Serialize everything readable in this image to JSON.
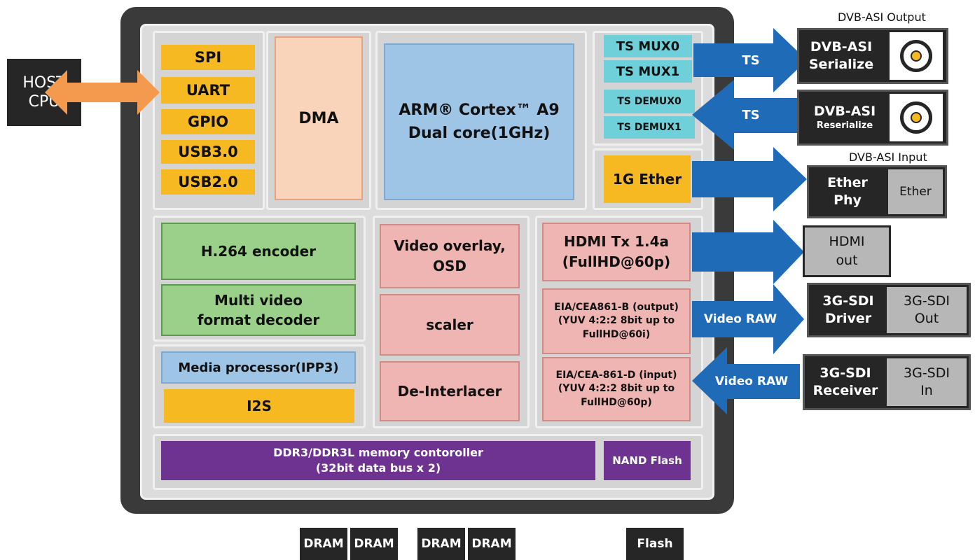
{
  "host": {
    "line1": "HOST",
    "line2": "CPU"
  },
  "peripherals": [
    "SPI",
    "UART",
    "GPIO",
    "USB3.0",
    "USB2.0"
  ],
  "dma": "DMA",
  "arm": {
    "line1": "ARM® Cortex™ A9",
    "line2": "Dual core(1GHz)"
  },
  "ts": {
    "mux0": "TS MUX0",
    "mux1": "TS MUX1",
    "demux0": "TS DEMUX0",
    "demux1": "TS DEMUX1"
  },
  "ether_block": "1G Ether",
  "codec": {
    "encoder": "H.264 encoder",
    "decoder_line1": "Multi video",
    "decoder_line2": "format decoder"
  },
  "media": {
    "processor": "Media processor(IPP3)",
    "i2s": "I2S"
  },
  "video": {
    "overlay_line1": "Video overlay,",
    "overlay_line2": "OSD",
    "scaler": "scaler",
    "deinterlacer": "De-Interlacer"
  },
  "hdmi": {
    "line1": "HDMI Tx 1.4a",
    "line2": "(FullHD@60p)"
  },
  "eia_out": {
    "line1": "EIA/CEA861-B (output)",
    "line2": "(YUV 4:2:2 8bit up to",
    "line3": "FullHD@60i)"
  },
  "eia_in": {
    "line1": "EIA/CEA-861-D (input)",
    "line2": "(YUV 4:2:2 8bit up to",
    "line3": "FullHD@60p)"
  },
  "memory": {
    "line1": "DDR3/DDR3L  memory contoroller",
    "line2": "(32bit data bus x 2)"
  },
  "nand": "NAND Flash",
  "arrows": {
    "ts_out": "TS",
    "ts_in": "TS",
    "video_raw_out": "Video RAW",
    "video_raw_in": "Video RAW"
  },
  "external": {
    "asi_output_caption": "DVB-ASI Output",
    "asi_serialize": {
      "line1": "DVB-ASI",
      "line2": "Serialize"
    },
    "asi_reserialize": {
      "line1": "DVB-ASI",
      "line2": "Reserialize"
    },
    "asi_input_caption": "DVB-ASI Input",
    "ether_phy": {
      "line1": "Ether",
      "line2": "Phy"
    },
    "ether": "Ether",
    "hdmi_out": {
      "line1": "HDMI",
      "line2": "out"
    },
    "sdi_driver": {
      "line1": "3G-SDI",
      "line2": "Driver"
    },
    "sdi_out": {
      "line1": "3G-SDI",
      "line2": "Out"
    },
    "sdi_receiver": {
      "line1": "3G-SDI",
      "line2": "Receiver"
    },
    "sdi_in": {
      "line1": "3G-SDI",
      "line2": "In"
    }
  },
  "chips": {
    "dram": "DRAM",
    "flash": "Flash"
  },
  "colors": {
    "chip": "#3a3a3a",
    "peripheral": "#f6b922",
    "dma": "#f9d4ba",
    "arm": "#9fc5e6",
    "ts": "#6fd0d9",
    "codec": "#9ad08a",
    "video": "#eeb5b3",
    "memory": "#6e3391",
    "arrow_blue": "#1f6bb8",
    "arrow_orange": "#f39a4e"
  }
}
